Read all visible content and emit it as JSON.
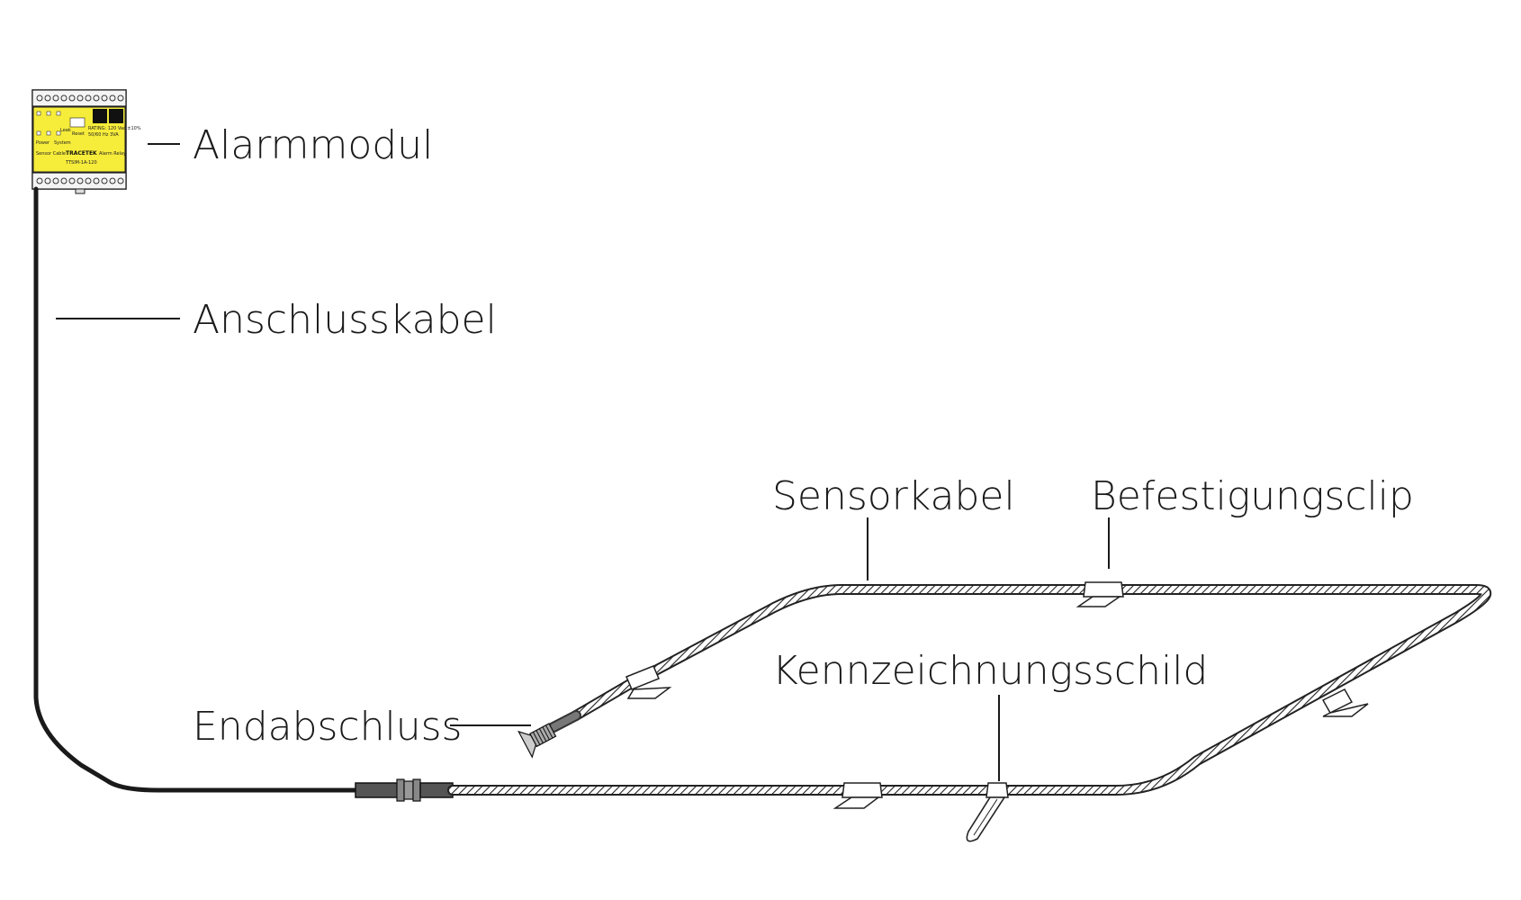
{
  "labels": {
    "alarm_module": "Alarmmodul",
    "connection_cable": "Anschlusskabel",
    "end_termination": "Endabschluss",
    "sensor_cable": "Sensorkabel",
    "mounting_clip": "Befestigungsclip",
    "identification_tag": "Kennzeichnungsschild"
  },
  "module": {
    "brand": "TRACETEK",
    "model": "TTSIM-1A-120",
    "relay": "Alarm Relay",
    "sensor_cable": "Sensor Cable",
    "power": "Power",
    "system_status": "System",
    "leak": "Leak",
    "reset": "Reset",
    "rating": "RATING: 120 Vac ±10%",
    "rating2": "50/60 Hz  3VA"
  },
  "colors": {
    "module_face": "#f6ec3a",
    "module_body": "#e8e8e8",
    "line": "#1a1a1a"
  }
}
